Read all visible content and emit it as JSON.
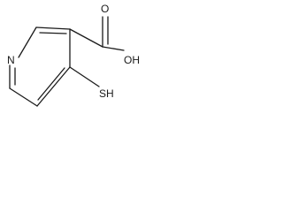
{
  "molecule": {
    "atoms": {
      "ring_nitrogen": "N",
      "carbonyl_oxygen": "O",
      "hydroxyl": "OH",
      "thiol": "SH"
    },
    "colors": {
      "ink": "#1a1a1a",
      "background": "#ffffff"
    }
  }
}
